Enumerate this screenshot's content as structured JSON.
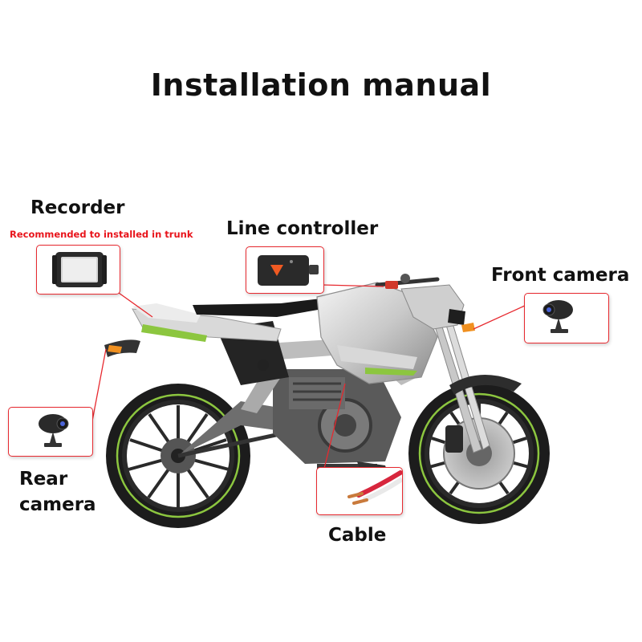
{
  "title": "Installation manual",
  "labels": {
    "recorder": "Recorder",
    "recorder_note": "Recommended to installed in trunk",
    "line_controller": "Line controller",
    "front_camera": "Front camera",
    "rear_camera_line1": "Rear",
    "rear_camera_line2": "camera",
    "cable": "Cable"
  },
  "colors": {
    "accent_red": "#e7292f",
    "bike_green": "#8cc63f",
    "controller_orange": "#f05a22"
  }
}
